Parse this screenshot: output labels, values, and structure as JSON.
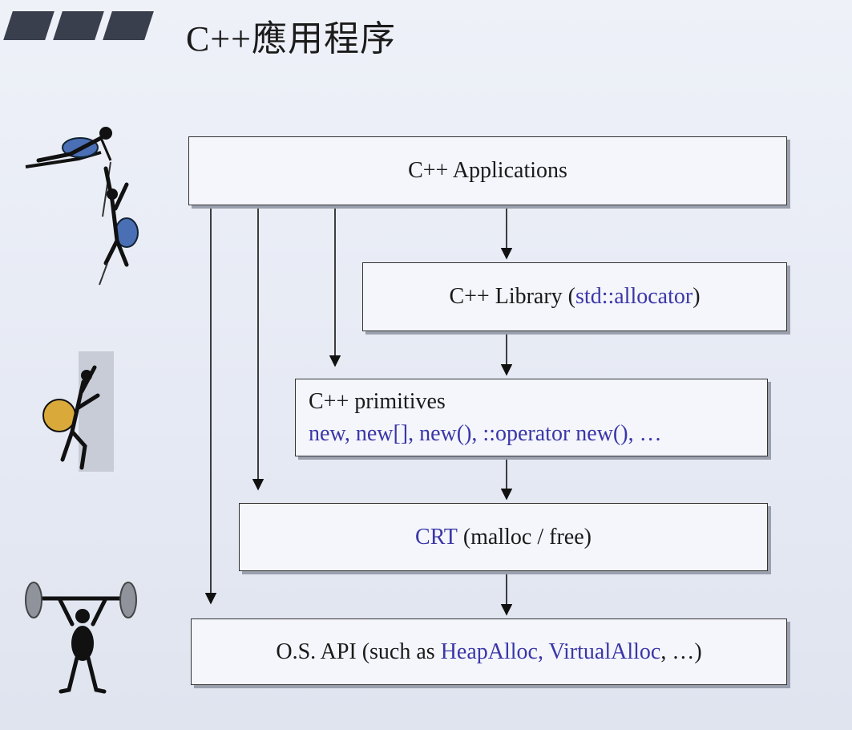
{
  "title": "C++應用程序",
  "layers": {
    "applications": {
      "label": "C++ Applications"
    },
    "library": {
      "prefix": "C++ Library (",
      "highlight": "std::allocator",
      "suffix": ")"
    },
    "primitives": {
      "line1": "C++ primitives",
      "line2": "new, new[], new(), ::operator new(), …"
    },
    "crt": {
      "highlight": "CRT",
      "suffix": " (malloc / free)"
    },
    "os": {
      "prefix": "O.S. API (such as ",
      "highlight": "HeapAlloc, VirtualAlloc",
      "suffix": ", …)"
    }
  },
  "colors": {
    "highlight": "#3b36a8",
    "stripe": "#3a3f4e",
    "box_border": "#333333"
  },
  "icons": [
    "climbers-icon",
    "wall-climber-icon",
    "weightlifter-icon"
  ]
}
